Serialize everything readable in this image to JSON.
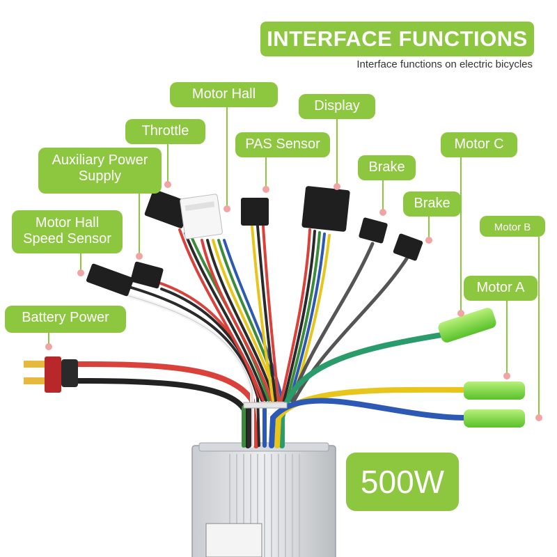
{
  "header": {
    "title": "INTERFACE FUNCTIONS",
    "subtitle": "Interface functions on electric bicycles"
  },
  "labels": {
    "motor_hall": "Motor Hall",
    "display": "Display",
    "throttle": "Throttle",
    "pas_sensor": "PAS Sensor",
    "motor_c": "Motor C",
    "auxiliary_power_supply": "Auxiliary Power\nSupply",
    "brake_1": "Brake",
    "brake_2": "Brake",
    "motor_hall_speed_sensor": "Motor Hall\nSpeed Sensor",
    "motor_b": "Motor B",
    "motor_a": "Motor A",
    "battery_power": "Battery Power"
  },
  "controller": {
    "power_rating": "500W"
  },
  "colors": {
    "accent_green": "#8dc63f",
    "pointer_dot": "#f2a3a3"
  }
}
